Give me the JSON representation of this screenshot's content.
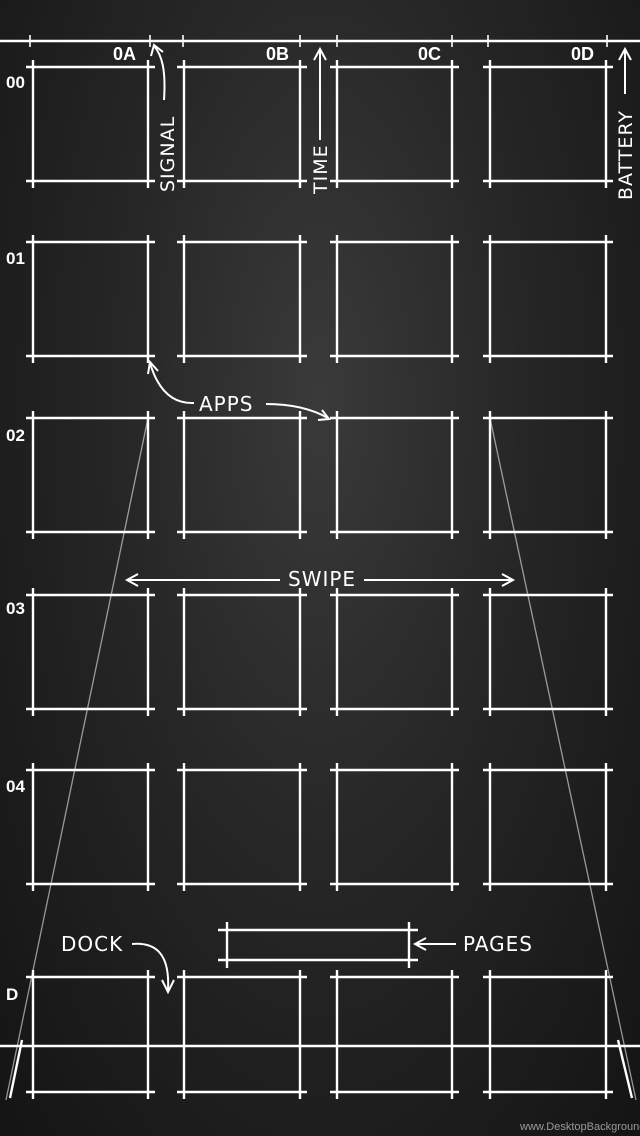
{
  "columns": [
    "0A",
    "0B",
    "0C",
    "0D"
  ],
  "rows": [
    "00",
    "01",
    "02",
    "03",
    "04"
  ],
  "dock_row_label": "D",
  "annotations": {
    "signal": "SIGNAL",
    "time": "TIME",
    "battery": "BATTERY",
    "apps": "APPS",
    "swipe": "SWIPE",
    "dock": "DOCK",
    "pages": "PAGES"
  },
  "watermark": "www.DesktopBackground.org",
  "colors": {
    "background": "#1b1b1b",
    "chalk": "#ffffff"
  }
}
